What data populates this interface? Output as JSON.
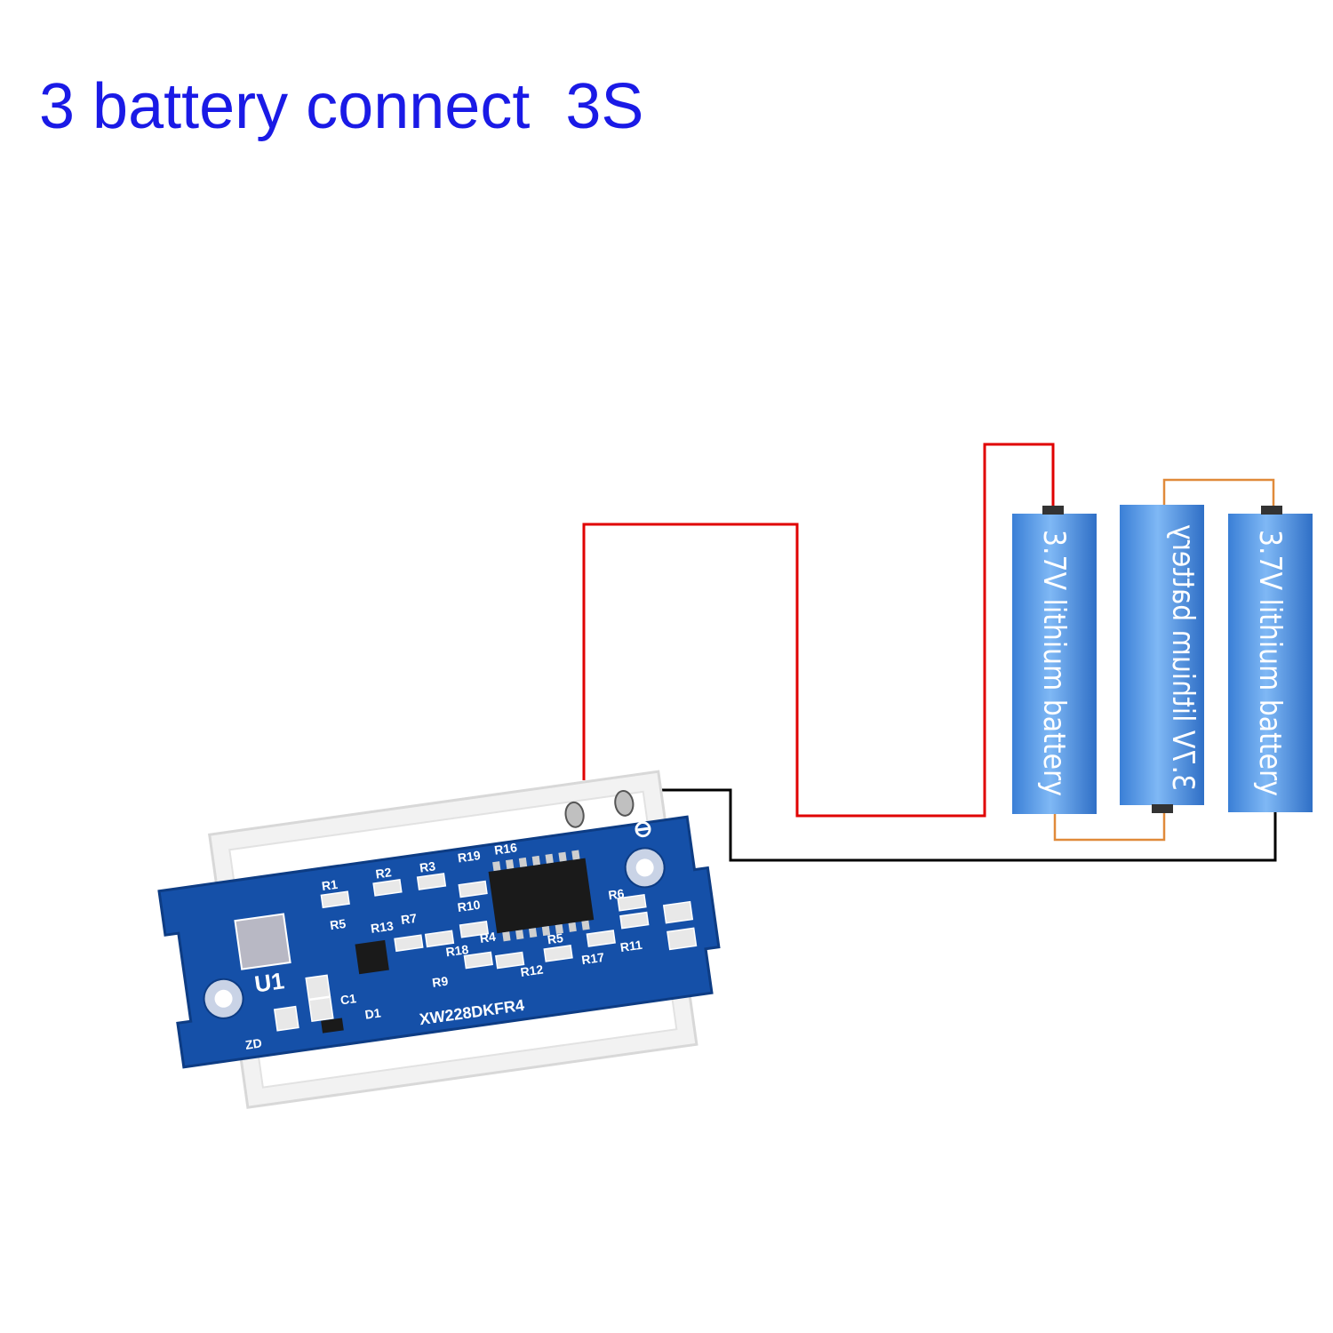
{
  "title": "3 battery connect  3S",
  "colors": {
    "title": "#1a1ae6",
    "positive_wire": "#e00000",
    "negative_wire": "#000000",
    "series_link": "#e08a3a",
    "battery_body": "#4a8fe0",
    "pcb": "#1550a8"
  },
  "batteries": [
    {
      "label": "3.7V lithium battery"
    },
    {
      "label": "3.7V lithium battery"
    },
    {
      "label": "3.7V lithium battery"
    }
  ],
  "module": {
    "chip_label": "XW228DKFR4",
    "u1_label": "U1",
    "plus_symbol": "⊕",
    "minus_symbol": "⊖",
    "silkscreen": [
      "R1",
      "R2",
      "R3",
      "R19",
      "R16",
      "R5",
      "R13",
      "R7",
      "R10",
      "R4",
      "R18",
      "R9",
      "R12",
      "R5",
      "R17",
      "R11",
      "R6",
      "D1",
      "C1",
      "ZD"
    ]
  }
}
